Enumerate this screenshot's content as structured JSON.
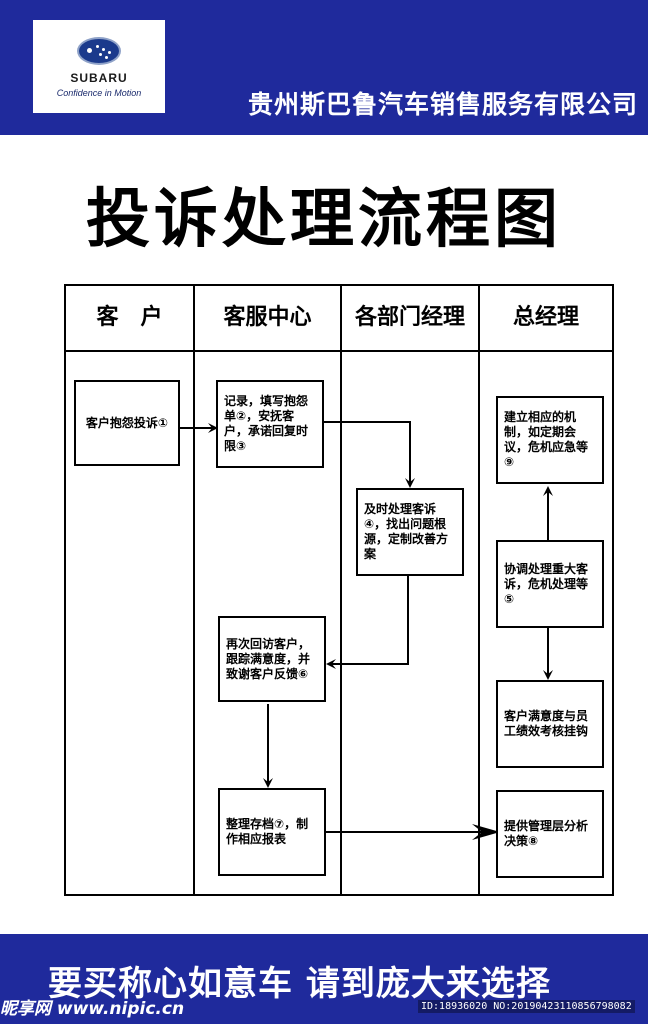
{
  "header": {
    "logo": {
      "brand": "SUBARU",
      "tagline": "Confidence in Motion"
    },
    "company": "贵州斯巴鲁汽车销售服务有限公司"
  },
  "title": "投诉处理流程图",
  "flowchart": {
    "columns": [
      "客　户",
      "客服中心",
      "各部门经理",
      "总经理"
    ],
    "nodes": {
      "n1": "客户抱怨投诉①",
      "n2": "记录，填写抱怨单②，安抚客户，承诺回复时限③",
      "n4": "及时处理客诉④，找出问题根源，定制改善方案",
      "n5": "协调处理重大客诉，危机处理等⑤",
      "n6": "再次回访客户，跟踪满意度，并致谢客户反馈⑥",
      "n7": "整理存档⑦，制作相应报表",
      "n8": "提供管理层分析决策⑧",
      "n9": "建立相应的机制，如定期会议，危机应急等⑨",
      "n10": "客户满意度与员工绩效考核挂钩"
    }
  },
  "footer": {
    "slogan": "要买称心如意车 请到庞大来选择",
    "watermark_site": "昵享网 www.nipic.cn",
    "watermark_id": "ID:18936020 NO:20190423110856798082"
  },
  "colors": {
    "brand_blue": "#1f2a9c",
    "ink": "#000000"
  }
}
